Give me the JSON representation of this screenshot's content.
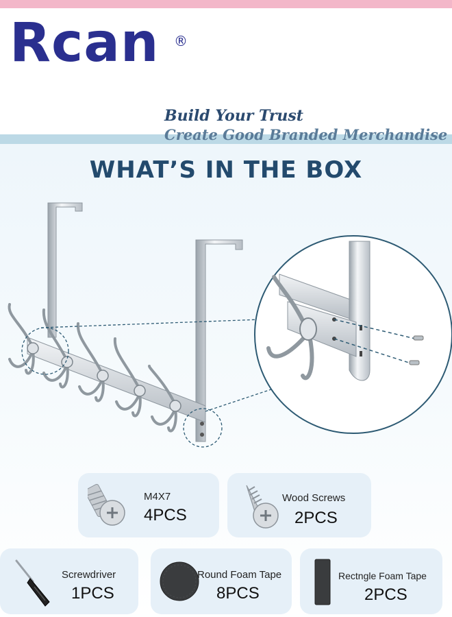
{
  "brand": {
    "logo": "Rcan",
    "registered": "®"
  },
  "slogan": {
    "line1": "Build Your Trust",
    "line2": "Create Good Branded Merchandise"
  },
  "heading": "WHAT’S IN THE BOX",
  "items": [
    {
      "label": "M4X7",
      "qty": "4PCS",
      "icon": "machine-screw-icon"
    },
    {
      "label": "Wood Screws",
      "qty": "2PCS",
      "icon": "wood-screw-icon"
    },
    {
      "label": "Screwdriver",
      "qty": "1PCS",
      "icon": "screwdriver-icon"
    },
    {
      "label": "Round Foam Tape",
      "qty": "8PCS",
      "icon": "round-foam-tape-icon"
    },
    {
      "label": "Rectngle Foam Tape",
      "qty": "2PCS",
      "icon": "rectangle-foam-tape-icon"
    }
  ],
  "colors": {
    "brand": "#2a2f8f",
    "heading": "#234a6d",
    "card": "#e6f0f8",
    "top_bar": "#f3b7c9"
  }
}
